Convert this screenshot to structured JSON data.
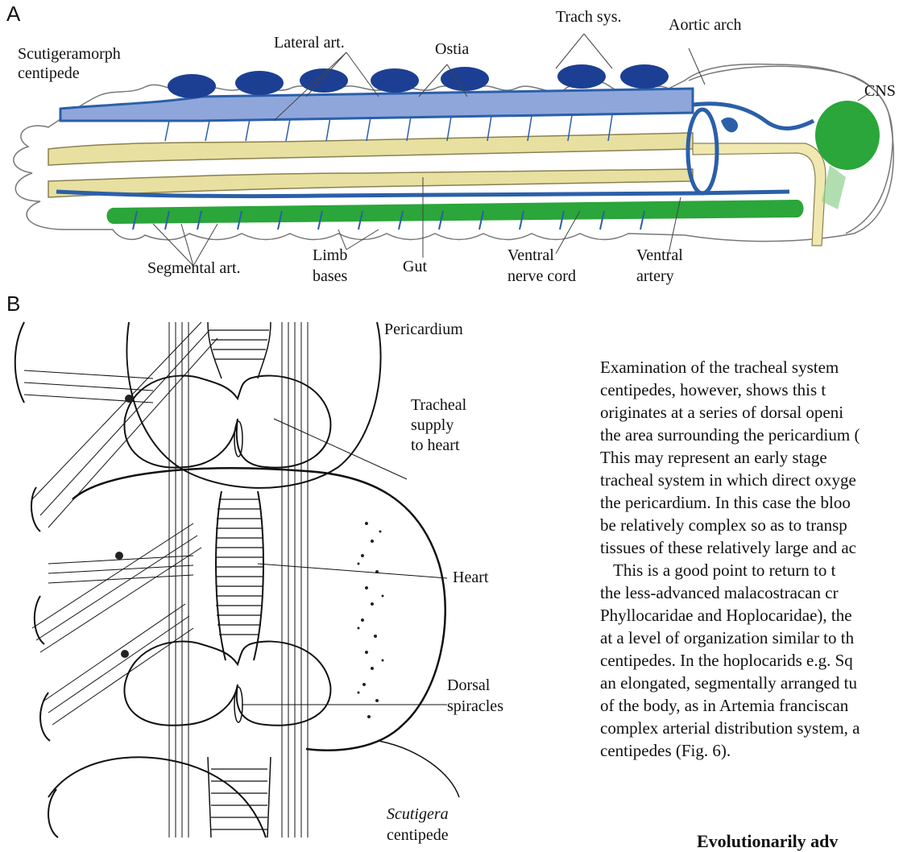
{
  "panelA": {
    "letter": "A",
    "labels": {
      "scut1": "Scutigeramorph",
      "scut2": "centipede",
      "lateral": "Lateral art.",
      "ostia": "Ostia",
      "trach": "Trach sys.",
      "aortic": "Aortic arch",
      "cns": "CNS",
      "segmental": "Segmental art.",
      "limb1": "Limb",
      "limb2": "bases",
      "gut": "Gut",
      "vnc1": "Ventral",
      "vnc2": "nerve cord",
      "va1": "Ventral",
      "va2": "artery"
    }
  },
  "panelB": {
    "letter": "B",
    "labels": {
      "pericardium": "Pericardium",
      "tracheal1": "Tracheal",
      "tracheal2": "supply",
      "tracheal3": "to heart",
      "heart": "Heart",
      "dorsal1": "Dorsal",
      "dorsal2": "spiracles",
      "scutigera": "Scutigera",
      "centipede": "centipede"
    }
  },
  "text": {
    "lines": [
      "Examination of the tracheal system",
      "centipedes, however, shows this t",
      "originates at a series of dorsal openi",
      "the area surrounding the pericardium (",
      "This may represent an early stage",
      "tracheal system in which direct oxyge",
      "the pericardium. In this case the bloo",
      "be relatively complex so as to transp",
      "tissues of these relatively large and ac"
    ],
    "para2_lines": [
      "This is a good point to return to t",
      "the less-advanced malacostracan cr",
      "Phyllocaridae and Hoplocaridae), the",
      "at a level of organization similar to th",
      "centipedes. In the hoplocarids e.g. Sq",
      "an elongated, segmentally arranged tu",
      "of the body, as in Artemia franciscan",
      "complex arterial distribution system, a",
      "centipedes (Fig. 6)."
    ],
    "heading": "Evolutionarily adv"
  }
}
